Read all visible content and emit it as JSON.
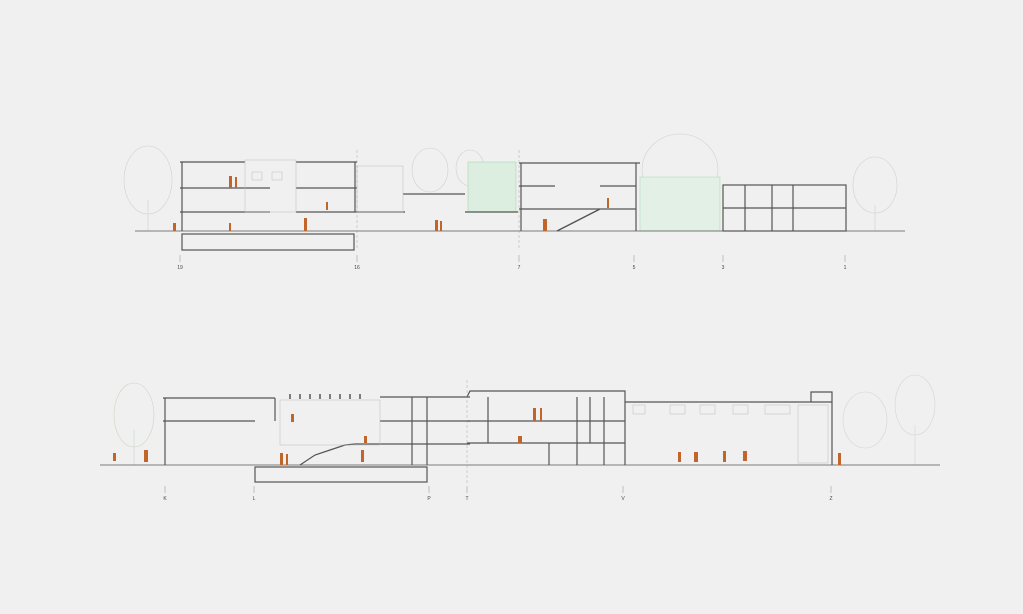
{
  "colors": {
    "background": "#f0f0f0",
    "structure": "#555555",
    "fine_line": "#bdbdbd",
    "figure": "#c0662a",
    "green": "#8cc79a",
    "tree": "#cfcfcf"
  },
  "sections": [
    {
      "name": "upper-section",
      "axes": [
        "19",
        "16",
        "7",
        "5",
        "3",
        "1"
      ]
    },
    {
      "name": "lower-section",
      "axes": [
        "K",
        "L",
        "P",
        "T",
        "V",
        "Z"
      ]
    }
  ]
}
